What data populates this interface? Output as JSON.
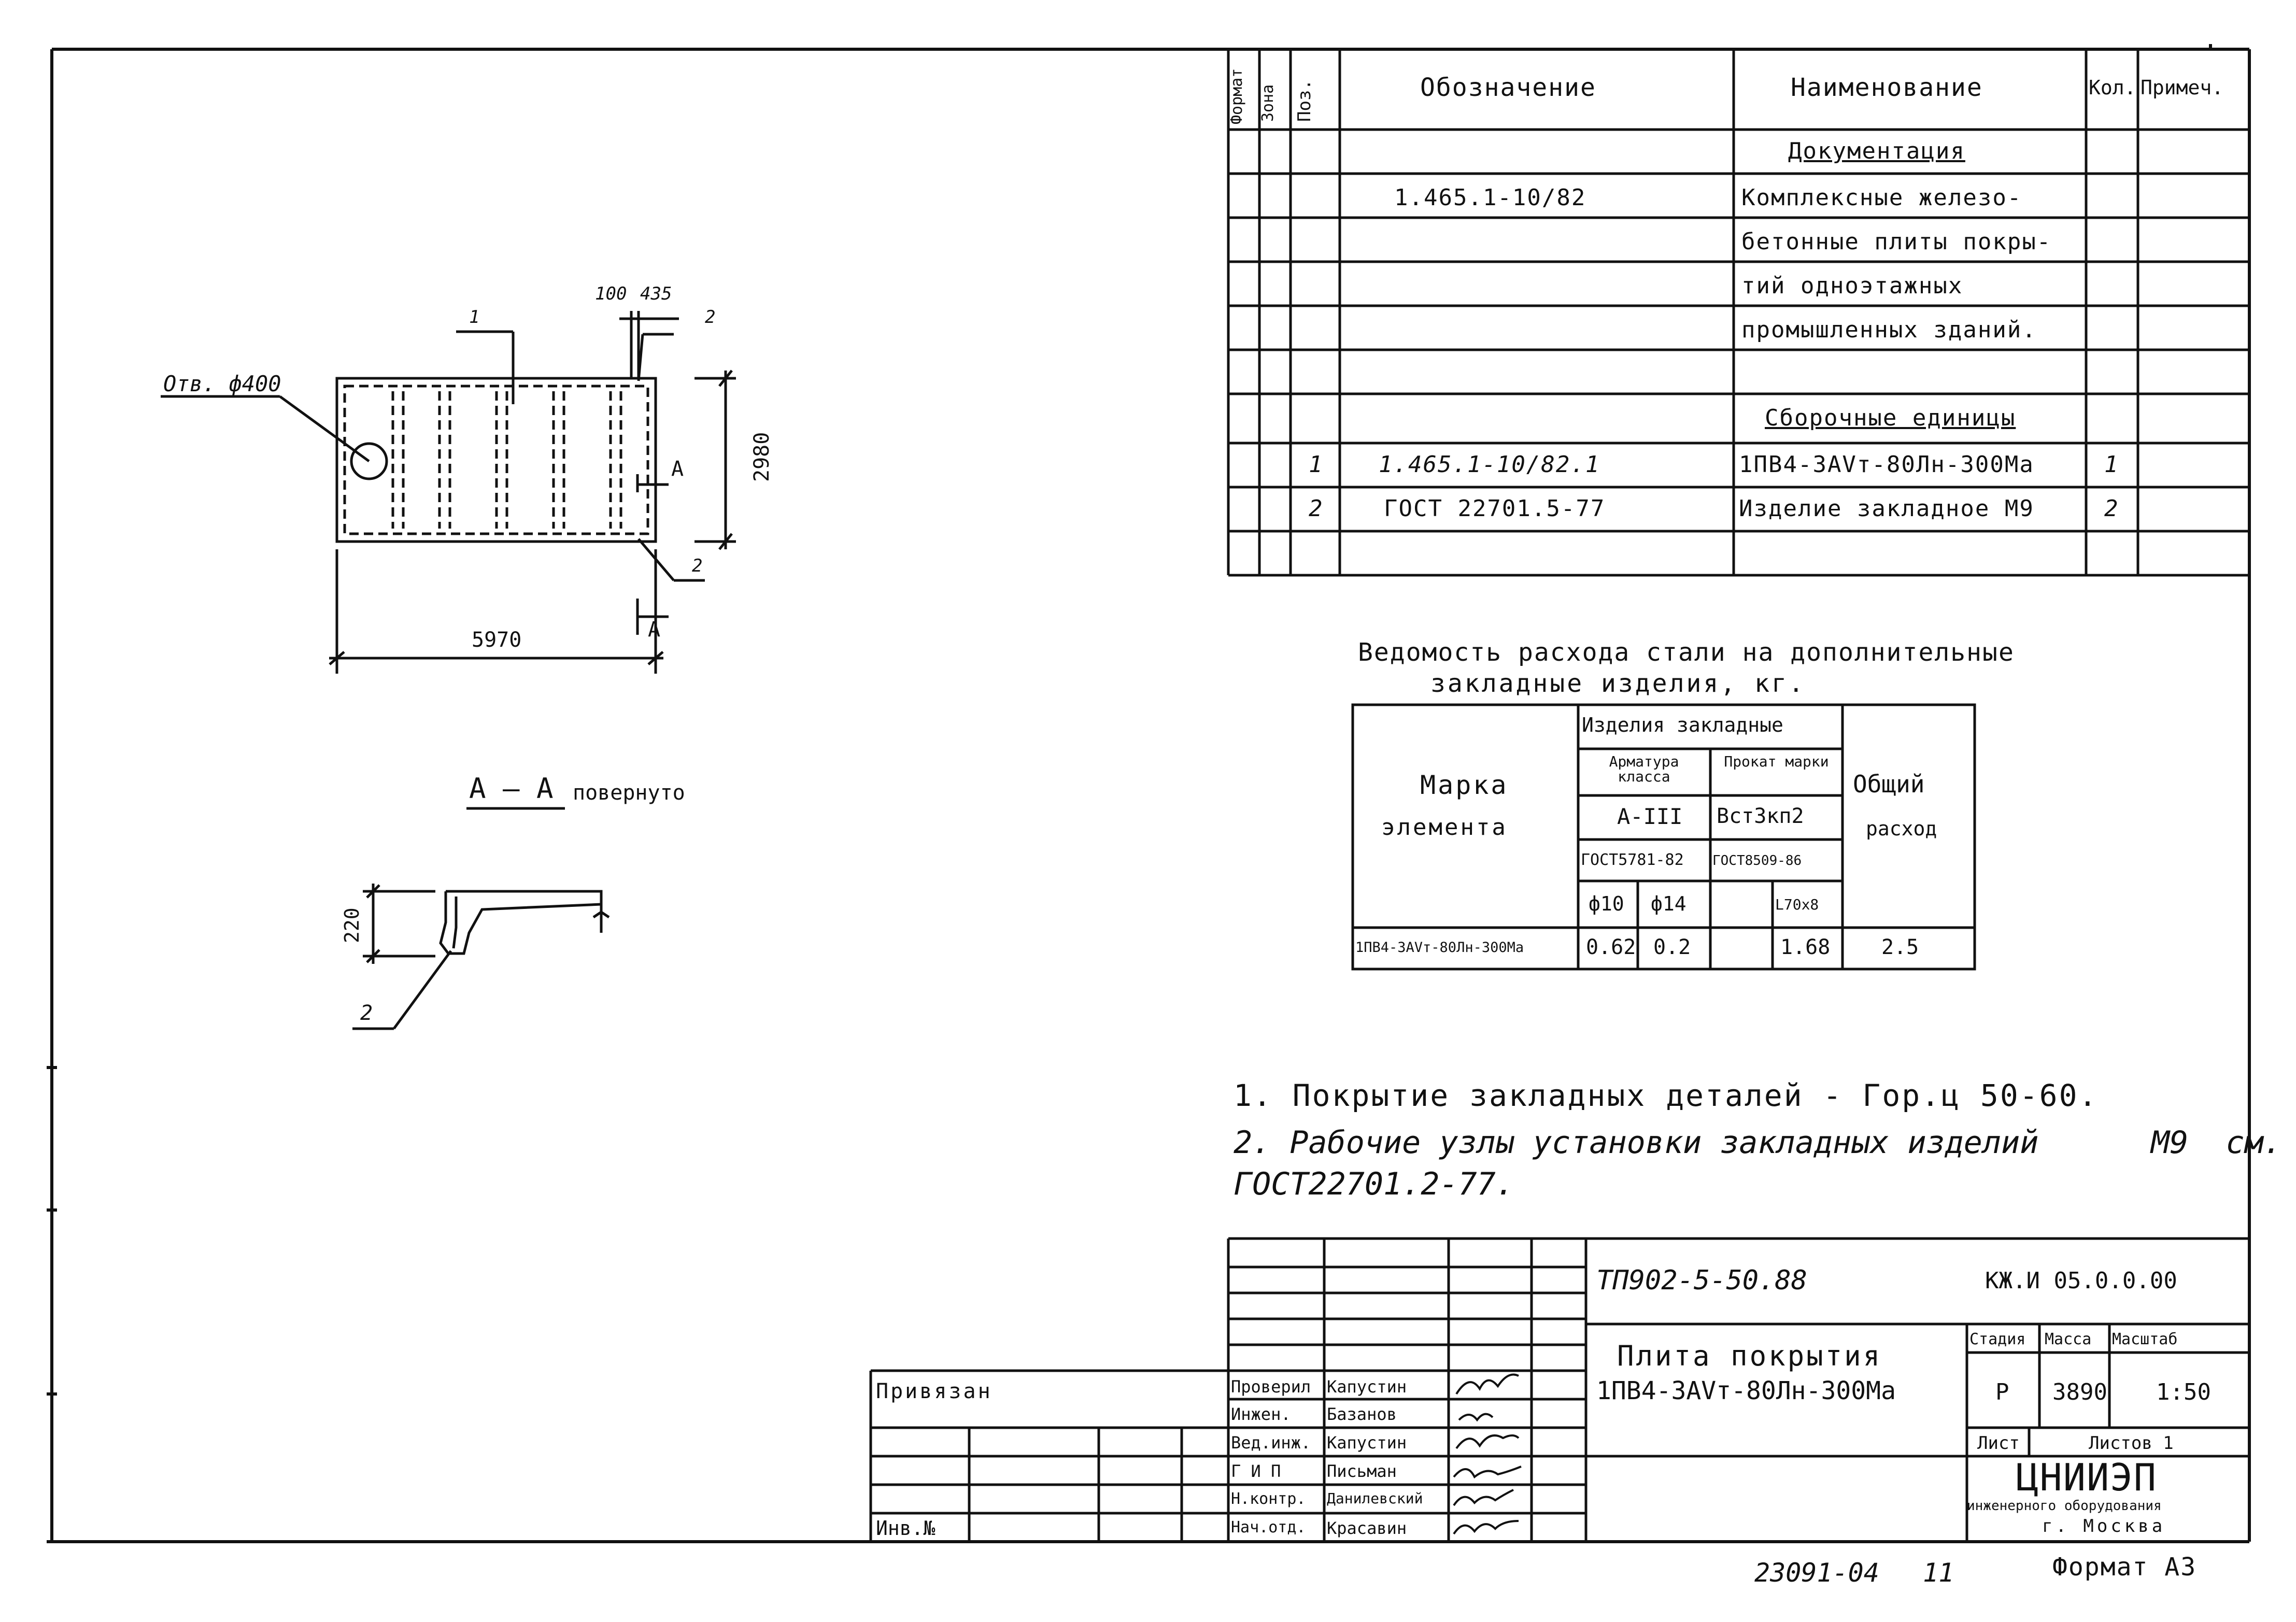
{
  "spec": {
    "headers": {
      "format": "Формат",
      "zona": "Зона",
      "pos": "Поз.",
      "oboz": "Обозначение",
      "name": "Наименование",
      "kol": "Кол.",
      "prim": "Примеч."
    },
    "section_docs": "Документация",
    "doc_code": "1.465.1-10/82",
    "doc_name": [
      "Комплексные железо-",
      "бетонные плиты покры-",
      "тий одноэтажных",
      "промышленных зданий."
    ],
    "section_units": "Сборочные единицы",
    "rows": [
      {
        "pos": "1",
        "oboz": "1.465.1-10/82.1",
        "name": "1ПВ4-3АVт-80Лн-300Ма",
        "kol": "1"
      },
      {
        "pos": "2",
        "oboz": "ГОСТ 22701.5-77",
        "name": "Изделие закладное М9",
        "kol": "2"
      }
    ]
  },
  "plan": {
    "hole_label": "Отв. ф400",
    "dim_100": "100",
    "dim_435": "435",
    "dim_2980": "2980",
    "dim_5970": "5970",
    "ref1": "1",
    "ref2a": "2",
    "ref2b": "2",
    "sec_a1": "А",
    "sec_a2": "А"
  },
  "section": {
    "title": "А — А",
    "note": "повернуто",
    "dim_220": "220",
    "ref2": "2"
  },
  "steel": {
    "title1": "Ведомость расхода стали на дополнительные",
    "title2": "закладные изделия, кг.",
    "marka1": "Марка",
    "marka2": "элемента",
    "izd": "Изделия закладные",
    "arm": "Арматура класса",
    "prokat": "Прокат марки",
    "arm_cls": "А-III",
    "prokat_mark": "Вст3кп2",
    "gost1": "ГОСТ5781-82",
    "gost2": "ГОСТ8509-86",
    "d10": "ф10",
    "d14": "ф14",
    "l70": "L70х8",
    "total1": "Общий",
    "total2": "расход",
    "row": {
      "mark": "1ПВ4-3АVт-80Лн-300Ма",
      "v1": "0.62",
      "v2": "0.2",
      "v3": "",
      "v4": "1.68",
      "total": "2.5"
    }
  },
  "notes": [
    "1. Покрытие закладных деталей - Гор.ц 50-60.",
    "2. Рабочие узлы установки закладных изделий      М9  см.",
    "ГОСТ22701.2-77."
  ],
  "title_block": {
    "project": "ТП902-5-50.88",
    "code": "КЖ.И 05.0.0.00",
    "name1": "Плита покрытия",
    "name2": "1ПВ4-3АVт-80Лн-300Ма",
    "stadia_h": "Стадия",
    "massa_h": "Масса",
    "masshtab_h": "Масштаб",
    "stadia": "Р",
    "massa": "3890",
    "masshtab": "1:50",
    "list": "Лист",
    "listov": "Листов 1",
    "org1": "ЦНИИЭП",
    "org2": "инженерного оборудования",
    "org3": "г. Москва",
    "privyazan": "Привязан",
    "inv": "Инв.№",
    "people": [
      {
        "role": "Проверил",
        "name": "Капустин"
      },
      {
        "role": "Инжен.",
        "name": "Базанов"
      },
      {
        "role": "Вед.инж.",
        "name": "Капустин"
      },
      {
        "role": "Г И П",
        "name": "Письман"
      },
      {
        "role": "Н.контр.",
        "name": "Данилевский"
      },
      {
        "role": "Нач.отд.",
        "name": "Красавин"
      }
    ]
  },
  "footer": {
    "num": "23091-04",
    "page": "11",
    "format": "Формат А3"
  }
}
